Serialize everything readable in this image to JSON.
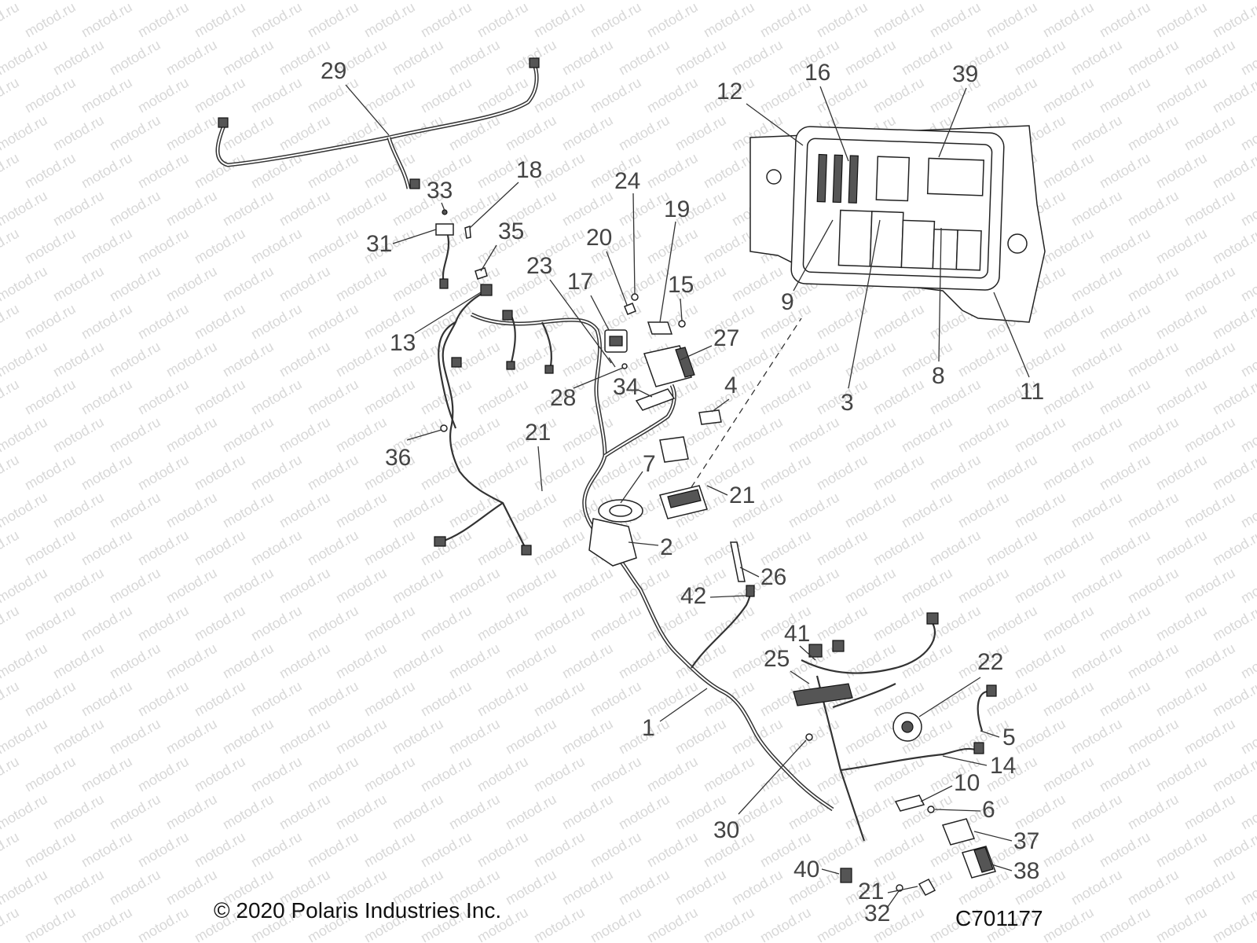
{
  "watermark_text": "motod.ru",
  "copyright": "© 2020 Polaris Industries Inc.",
  "diagram_code": "C701177",
  "callouts": [
    {
      "label": "29"
    },
    {
      "label": "33"
    },
    {
      "label": "18"
    },
    {
      "label": "31"
    },
    {
      "label": "35"
    },
    {
      "label": "24"
    },
    {
      "label": "19"
    },
    {
      "label": "20"
    },
    {
      "label": "23"
    },
    {
      "label": "17"
    },
    {
      "label": "15"
    },
    {
      "label": "13"
    },
    {
      "label": "27"
    },
    {
      "label": "28"
    },
    {
      "label": "34"
    },
    {
      "label": "4"
    },
    {
      "label": "21"
    },
    {
      "label": "36"
    },
    {
      "label": "7"
    },
    {
      "label": "21"
    },
    {
      "label": "2"
    },
    {
      "label": "26"
    },
    {
      "label": "42"
    },
    {
      "label": "41"
    },
    {
      "label": "25"
    },
    {
      "label": "22"
    },
    {
      "label": "1"
    },
    {
      "label": "5"
    },
    {
      "label": "14"
    },
    {
      "label": "10"
    },
    {
      "label": "6"
    },
    {
      "label": "30"
    },
    {
      "label": "37"
    },
    {
      "label": "40"
    },
    {
      "label": "38"
    },
    {
      "label": "21"
    },
    {
      "label": "32"
    },
    {
      "label": "12"
    },
    {
      "label": "16"
    },
    {
      "label": "39"
    },
    {
      "label": "9"
    },
    {
      "label": "3"
    },
    {
      "label": "8"
    },
    {
      "label": "11"
    }
  ]
}
